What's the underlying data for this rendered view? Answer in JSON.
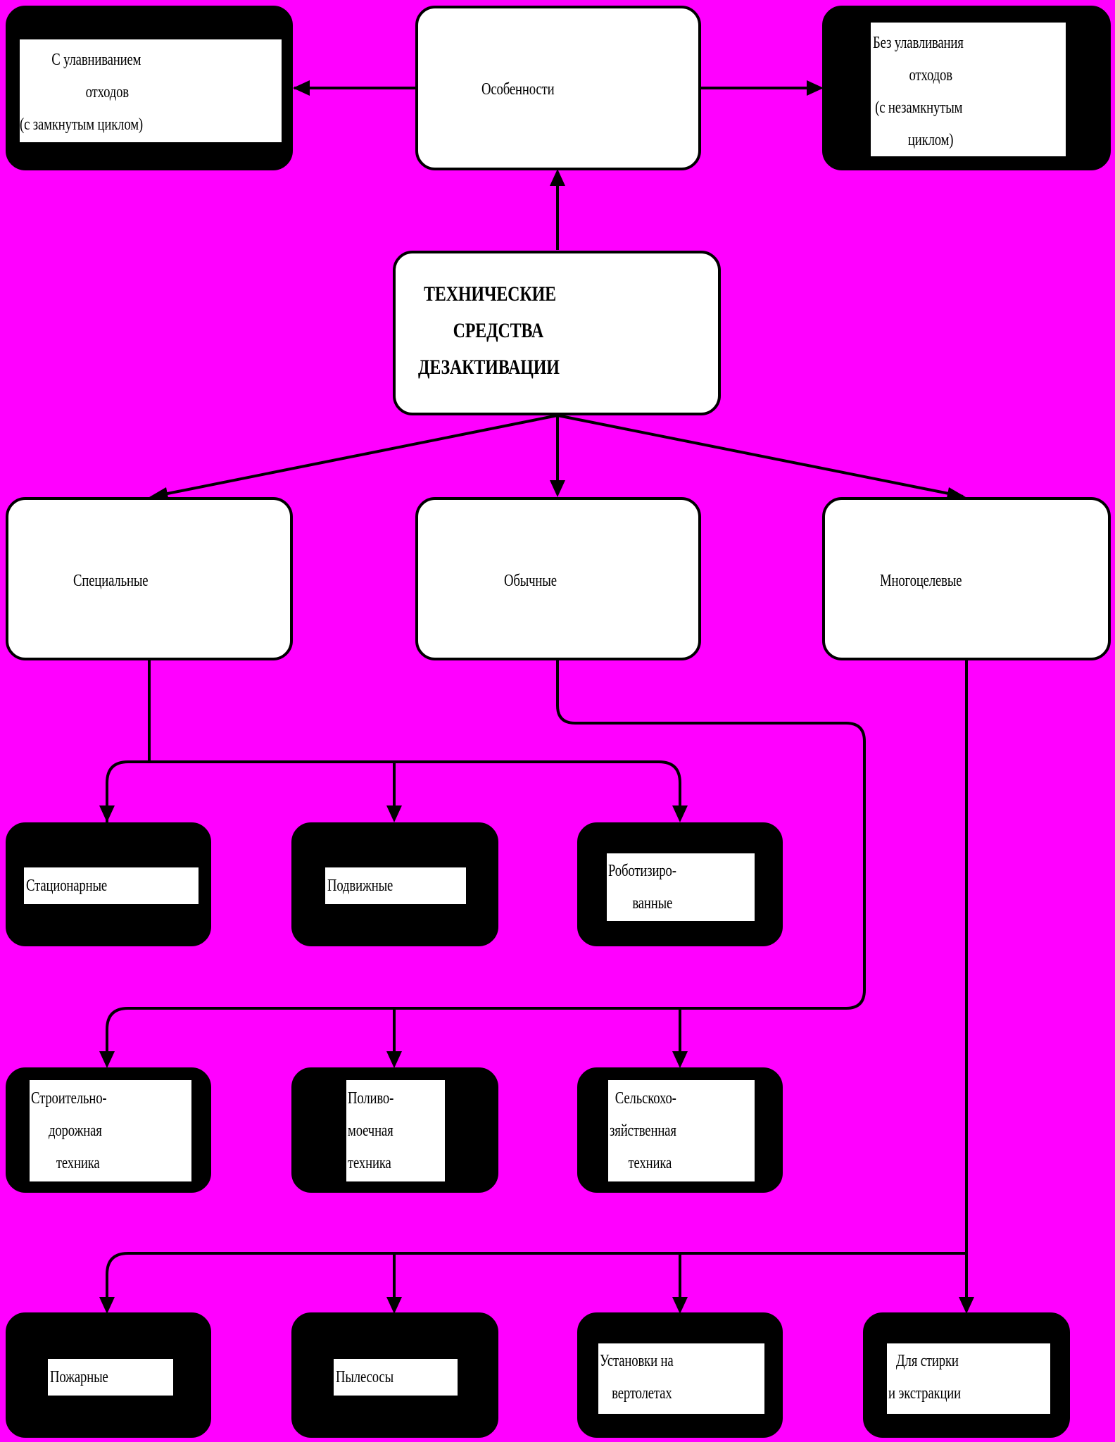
{
  "colors": {
    "background": "#ff00ff",
    "line": "#000000",
    "box_fill": "#ffffff",
    "dark_box_fill": "#000000"
  },
  "top": {
    "osobennosti": "Особенности",
    "with_capture": [
      "С улавниванием",
      "отходов",
      "(с замкнутым циклом)"
    ],
    "without_capture": [
      "Без улавливания",
      "отходов",
      "(с незамкнутым",
      "циклом)"
    ]
  },
  "root": [
    "ТЕХНИЧЕСКИЕ",
    "СРЕДСТВА",
    "ДЕЗАКТИВАЦИИ"
  ],
  "categories": {
    "special": "Специальные",
    "ordinary": "Обычные",
    "multipurpose": "Многоцелевые"
  },
  "special_children": {
    "stationary": "Стационарные",
    "mobile": "Подвижные",
    "robotic": [
      "Роботизиро-",
      "ванные"
    ]
  },
  "ordinary_children": {
    "road_construction": [
      "Строительно-",
      "дорожная",
      "техника"
    ],
    "watering": [
      "Поливо-",
      "моечная",
      "техника"
    ],
    "agricultural": [
      "Сельскохо-",
      "зяйственная",
      "техника"
    ]
  },
  "multipurpose_children": {
    "fire": "Пожарные",
    "vacuum": "Пылесосы",
    "helicopter": [
      "Установки на",
      "вертолетах"
    ],
    "washing": [
      "Для стирки",
      "и экстракции"
    ]
  }
}
